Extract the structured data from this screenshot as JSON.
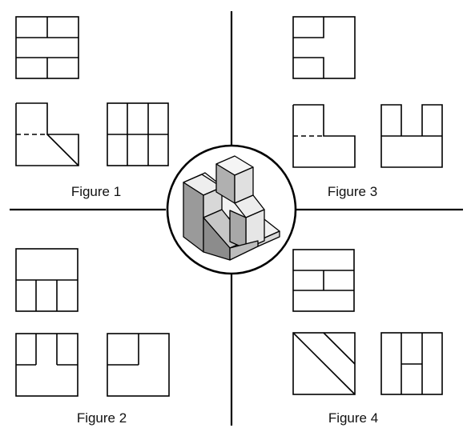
{
  "figures": [
    {
      "id": "figure-1",
      "caption": "Figure 1"
    },
    {
      "id": "figure-2",
      "caption": "Figure 2"
    },
    {
      "id": "figure-3",
      "caption": "Figure 3"
    },
    {
      "id": "figure-4",
      "caption": "Figure 4"
    }
  ],
  "center_model": {
    "description_icon": "isometric-block-icon"
  }
}
